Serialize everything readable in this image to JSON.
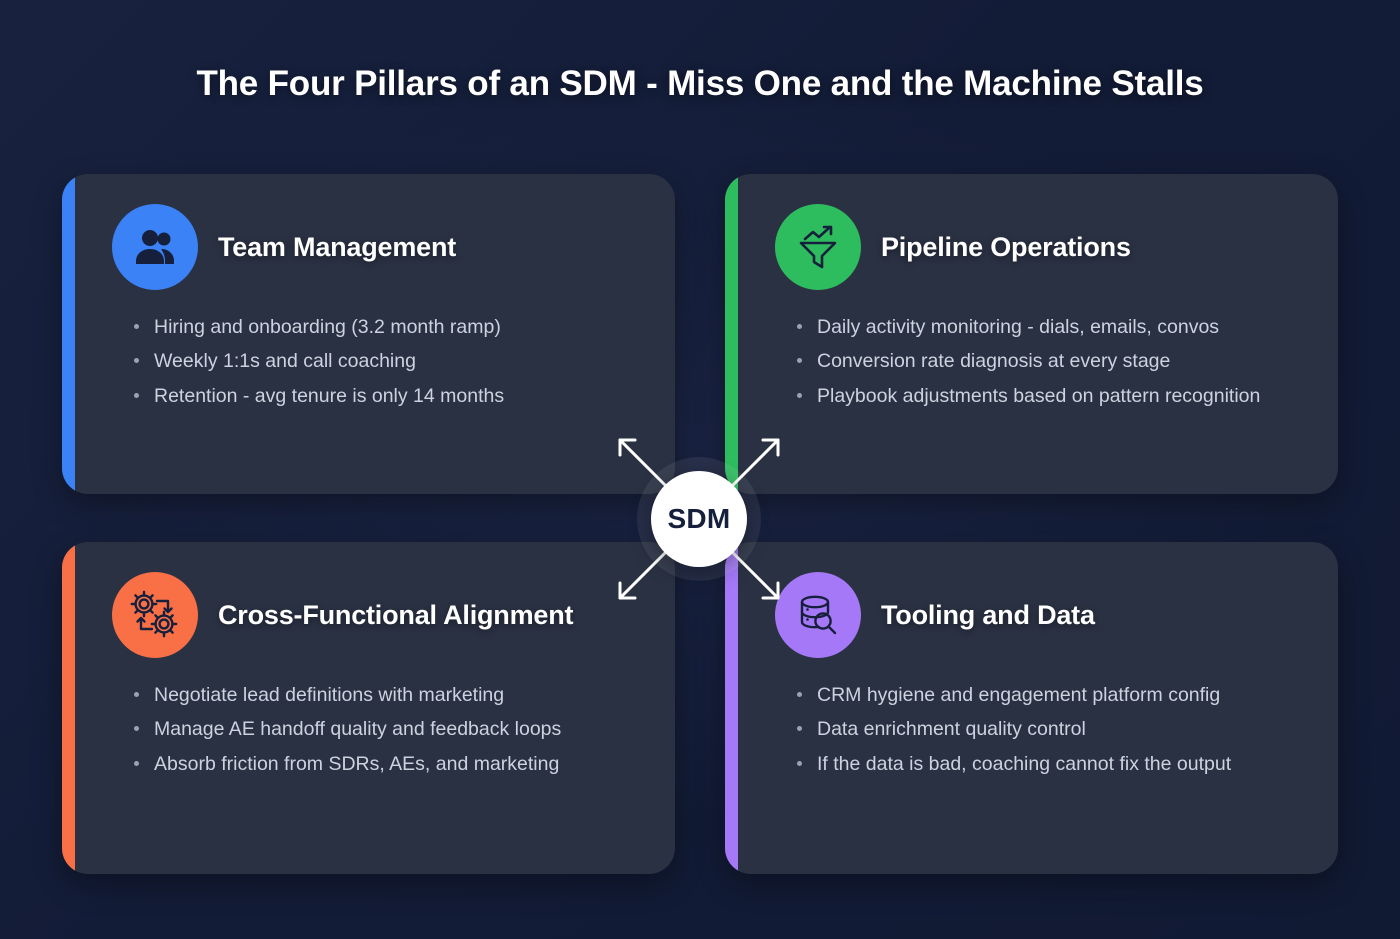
{
  "page": {
    "title": "The Four Pillars of an SDM - Miss One and the Machine Stalls",
    "background_color": "#16203c"
  },
  "hub": {
    "label": "SDM",
    "circle_color": "#ffffff",
    "text_color": "#16203c",
    "arrow_color": "#ffffff",
    "arrow_directions": [
      "up-left",
      "up-right",
      "down-left",
      "down-right"
    ]
  },
  "cards": [
    {
      "id": "team-management",
      "title": "Team Management",
      "accent_color": "#3b82f6",
      "icon": "users-icon",
      "position": "top-left",
      "bullets": [
        "Hiring and onboarding (3.2 month ramp)",
        "Weekly 1:1s and call coaching",
        "Retention - avg tenure is only 14 months"
      ]
    },
    {
      "id": "pipeline-operations",
      "title": "Pipeline Operations",
      "accent_color": "#2ebd5e",
      "icon": "funnel-trend-icon",
      "position": "top-right",
      "bullets": [
        "Daily activity monitoring - dials, emails, convos",
        "Conversion rate diagnosis at every stage",
        "Playbook adjustments based on pattern recognition"
      ]
    },
    {
      "id": "cross-functional-alignment",
      "title": "Cross-Functional Alignment",
      "accent_color": "#f97047",
      "icon": "gears-cycle-icon",
      "position": "bottom-left",
      "bullets": [
        "Negotiate lead definitions with marketing",
        "Manage AE handoff quality and feedback loops",
        "Absorb friction from SDRs, AEs, and marketing"
      ]
    },
    {
      "id": "tooling-and-data",
      "title": "Tooling and Data",
      "accent_color": "#a478f7",
      "icon": "database-search-icon",
      "position": "bottom-right",
      "bullets": [
        "CRM hygiene and engagement platform config",
        "Data enrichment quality control",
        "If the data is bad, coaching cannot fix the output"
      ]
    }
  ]
}
